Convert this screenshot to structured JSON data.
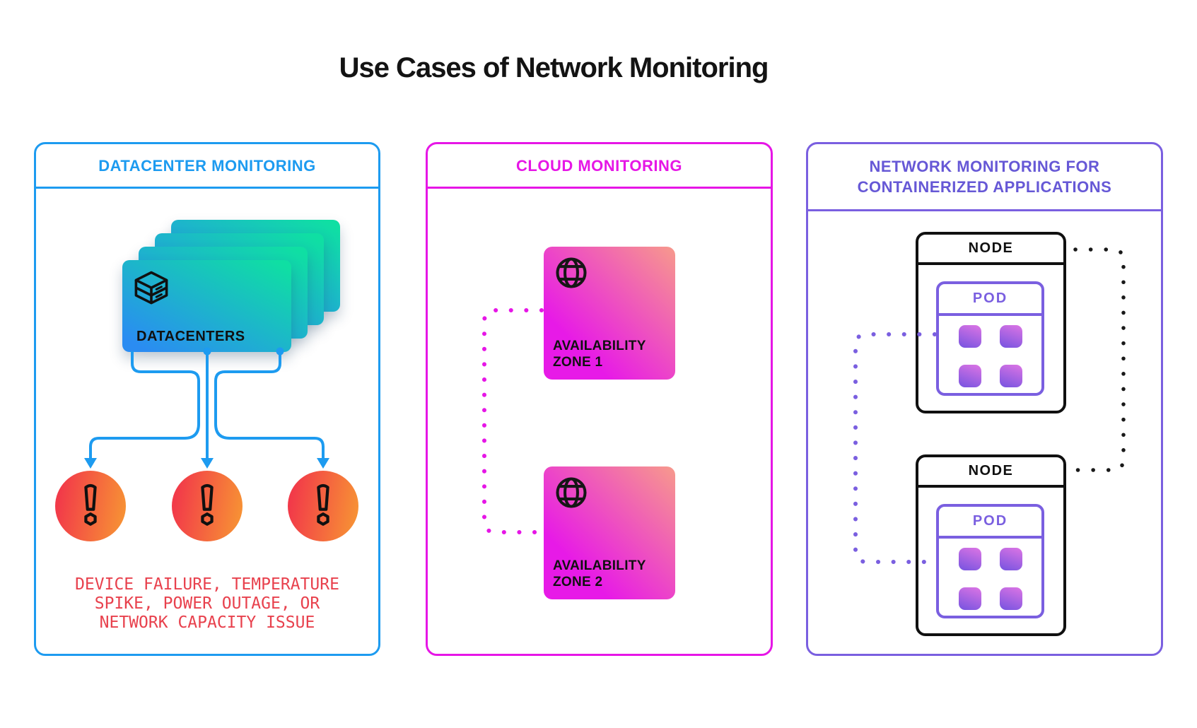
{
  "title": "Use Cases of Network Monitoring",
  "colors": {
    "blue": "#1d9bf0",
    "magenta": "#e616e6",
    "purple_border": "#7a5fe0",
    "purple_text": "#6658d6",
    "warning_red": "#e8414d",
    "black": "#101010",
    "datacenter_card_gradient": [
      "#2a8cf2",
      "#0fdfa3"
    ],
    "zone_box_gradient": [
      "#e71ae7",
      "#f79a8c"
    ],
    "alert_circle_gradient": [
      "#f23a49",
      "#f79334"
    ],
    "pod_square_gradient": [
      "#d873e4",
      "#7a55e0"
    ]
  },
  "panels": {
    "datacenter": {
      "title": "DATACENTER MONITORING",
      "card_label": "DATACENTERS",
      "card_icon": "server-stack-icon",
      "stacked_card_count": 4,
      "alert_icon": "warning-exclamation-icon",
      "alert_count": 3,
      "warning_lines": [
        "DEVICE FAILURE, TEMPERATURE",
        "SPIKE, POWER OUTAGE, OR",
        "NETWORK CAPACITY ISSUE"
      ]
    },
    "cloud": {
      "title": "CLOUD MONITORING",
      "zone_icon": "globe-icon",
      "zones": [
        {
          "label_lines": [
            "AVAILABILITY",
            "ZONE 1"
          ]
        },
        {
          "label_lines": [
            "AVAILABILITY",
            "ZONE 2"
          ]
        }
      ]
    },
    "containerized": {
      "title_lines": [
        "NETWORK MONITORING FOR",
        "CONTAINERIZED APPLICATIONS"
      ],
      "nodes": [
        {
          "label": "NODE",
          "pod": {
            "label": "POD",
            "container_count": 4
          }
        },
        {
          "label": "NODE",
          "pod": {
            "label": "POD",
            "container_count": 4
          }
        }
      ]
    }
  }
}
